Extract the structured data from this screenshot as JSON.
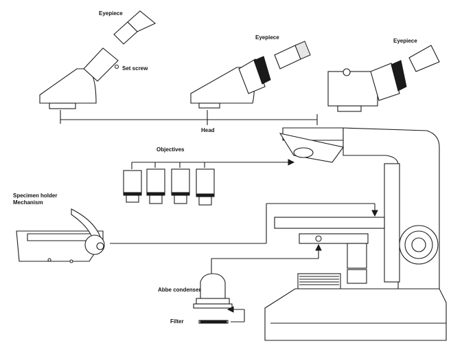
{
  "labels": {
    "eyepiece_1": "Eyepiece",
    "eyepiece_2": "Eyepiece",
    "eyepiece_3": "Eyepiece",
    "set_screw": "Set screw",
    "head": "Head",
    "objectives": "Objectives",
    "specimen_holder_line1": "Specimen holder",
    "specimen_holder_line2": "Mechanism",
    "abbe_condenser": "Abbe condenser",
    "filter": "Filter"
  },
  "colors": {
    "ink": "#1a1a1a",
    "background": "#ffffff"
  }
}
